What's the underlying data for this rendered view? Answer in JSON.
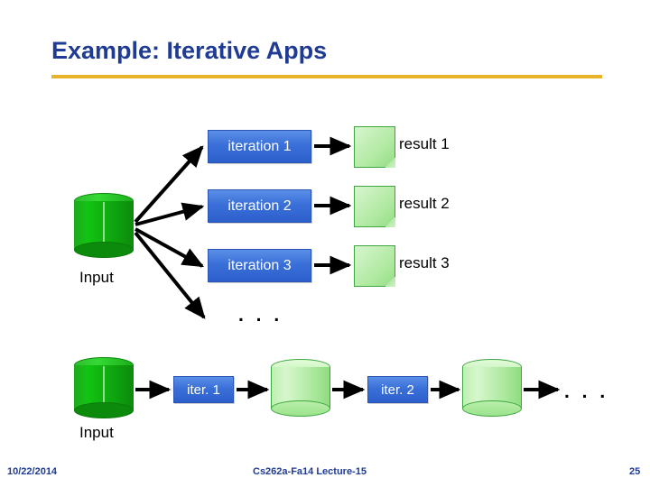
{
  "slide": {
    "title": "Example: Iterative Apps",
    "accent_rule_color": "#E8B32A",
    "title_color": "#1F3B93"
  },
  "top_diagram": {
    "input_label": "Input",
    "input_db_color": "#12C412",
    "process_box_color": "#3A6FD8",
    "result_doc_color": "#AFE9A0",
    "rows": [
      {
        "process": "iteration 1",
        "result": "result 1"
      },
      {
        "process": "iteration 2",
        "result": "result 2"
      },
      {
        "process": "iteration 3",
        "result": "result 3"
      }
    ],
    "continuation": ". . ."
  },
  "bottom_diagram": {
    "input_label": "Input",
    "input_db_color": "#12C412",
    "stage_box_color": "#3A6FD8",
    "intermediate_db_color": "#BFF0B2",
    "stages": [
      {
        "label": "iter. 1"
      },
      {
        "label": "iter. 2"
      }
    ],
    "continuation": ". . ."
  },
  "footer": {
    "date": "10/22/2014",
    "center": "Cs262a-Fa14 Lecture-15",
    "page": "25"
  }
}
